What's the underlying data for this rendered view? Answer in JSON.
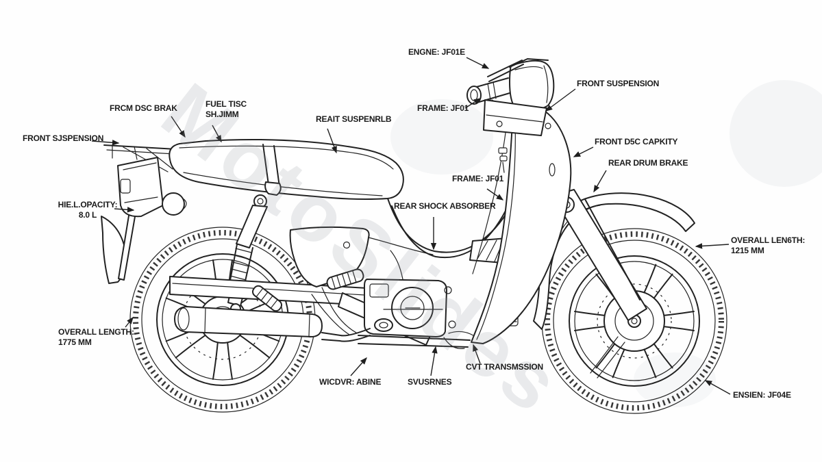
{
  "colors": {
    "line": "#222222",
    "background": "#fefefe",
    "watermark": "#8d949c"
  },
  "watermark": {
    "text": "MotoSlides"
  },
  "labels": [
    {
      "id": "engine-code-top",
      "text": "ENGNE: JF01E"
    },
    {
      "id": "front-suspension-right",
      "text": "FRONT SUSPENSION"
    },
    {
      "id": "frame-code-top",
      "text": "FRAME: JF01"
    },
    {
      "id": "front-disc-brake",
      "text": "FRCM DSC BRAK"
    },
    {
      "id": "fuel-disc",
      "text": "FUEL TISC\nSH.JIMM"
    },
    {
      "id": "rear-suspension",
      "text": "REAIT SUSPENRLB"
    },
    {
      "id": "front-suspension-left",
      "text": "FRONT SJSPENSION"
    },
    {
      "id": "front-disc-capacity",
      "text": "FRONT D5C CAPKITY"
    },
    {
      "id": "rear-drum-brake",
      "text": "REAR DRUM BRAKE"
    },
    {
      "id": "frame-code-mid",
      "text": "FRAME: JF01"
    },
    {
      "id": "rear-shock-absorber",
      "text": "REAR SHOCK ABSORBER"
    },
    {
      "id": "fuel-capacity",
      "text": "HIE.L.OPACITY:\n8.0 L"
    },
    {
      "id": "overall-length-right",
      "text": "OVERALL LEN6TH:\n1215 MM"
    },
    {
      "id": "overall-length-left",
      "text": "OVERALL LENGTH:\n1775 MM"
    },
    {
      "id": "crankcase-garbled",
      "text": "WICDVR: ABINE"
    },
    {
      "id": "sub-frame-garbled",
      "text": "SVUSRNES"
    },
    {
      "id": "cvt-transmission",
      "text": "CVT TRANSMSSION"
    },
    {
      "id": "engine-code-bottom",
      "text": "ENSIEN: JF04E"
    }
  ]
}
